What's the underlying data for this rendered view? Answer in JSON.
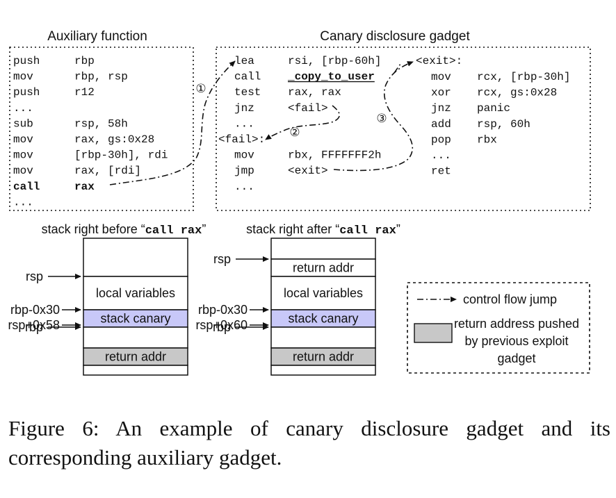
{
  "aux": {
    "title": "Auxiliary function",
    "lines": [
      {
        "op": "push",
        "args": "rbp",
        "bold": false
      },
      {
        "op": "mov",
        "args": "rbp, rsp",
        "bold": false
      },
      {
        "op": "push",
        "args": "r12",
        "bold": false
      },
      {
        "op": "...",
        "args": "",
        "bold": false
      },
      {
        "op": "sub",
        "args": "rsp, 58h",
        "bold": false
      },
      {
        "op": "mov",
        "args": "rax, gs:0x28",
        "bold": false
      },
      {
        "op": "mov",
        "args": "[rbp-30h], rdi",
        "bold": false
      },
      {
        "op": "mov",
        "args": "rax, [rdi]",
        "bold": false
      },
      {
        "op": "call",
        "args": "rax",
        "bold": true
      },
      {
        "op": "...",
        "args": "",
        "bold": false
      }
    ]
  },
  "gadget": {
    "title": "Canary disclosure gadget",
    "left_lines": [
      {
        "label": "",
        "op": "lea",
        "args": "rsi, [rbp-60h]",
        "bold": false
      },
      {
        "label": "",
        "op": "call",
        "args": "_copy_to_user",
        "bold": true
      },
      {
        "label": "",
        "op": "test",
        "args": "rax, rax",
        "bold": false
      },
      {
        "label": "",
        "op": "jnz",
        "args": "<fail>",
        "bold": false
      },
      {
        "label": "",
        "op": "...",
        "args": "",
        "bold": false
      },
      {
        "label": "<fail>:",
        "op": "",
        "args": "",
        "bold": false
      },
      {
        "label": "",
        "op": "mov",
        "args": "rbx, FFFFFFF2h",
        "bold": false
      },
      {
        "label": "",
        "op": "jmp",
        "args": "<exit>",
        "bold": false
      },
      {
        "label": "",
        "op": "...",
        "args": "",
        "bold": false
      }
    ],
    "exit_label": "<exit>:",
    "right_lines": [
      {
        "op": "mov",
        "args": "rcx, [rbp-30h]"
      },
      {
        "op": "xor",
        "args": "rcx, gs:0x28"
      },
      {
        "op": "jnz",
        "args": "panic"
      },
      {
        "op": "add",
        "args": "rsp, 60h"
      },
      {
        "op": "pop",
        "args": "rbx"
      },
      {
        "op": "...",
        "args": ""
      },
      {
        "op": "ret",
        "args": ""
      }
    ]
  },
  "jumps": {
    "one": "①",
    "two": "②",
    "three": "③"
  },
  "stack_before": {
    "title_prefix": "stack right before “",
    "title_code": "call rax",
    "title_suffix": "”",
    "cells": [
      "",
      "local variables",
      "stack canary",
      "",
      "return addr",
      ""
    ],
    "pointers": [
      {
        "label": "rsp",
        "cell": 1
      },
      {
        "label": "rbp-0x30",
        "cell": 2
      },
      {
        "label": "rsp+0x58",
        "cell": 2
      },
      {
        "label": "rbp",
        "cell": 3
      }
    ]
  },
  "stack_after": {
    "title_prefix": "stack right after “",
    "title_code": "call rax",
    "title_suffix": "”",
    "cells": [
      "",
      "return addr",
      "local variables",
      "stack canary",
      "",
      "return addr",
      ""
    ],
    "pointers": [
      {
        "label": "rsp",
        "cell": 1
      },
      {
        "label": "rbp-0x30",
        "cell": 3
      },
      {
        "label": "rsp+0x60",
        "cell": 3
      },
      {
        "label": "rbp",
        "cell": 4
      }
    ]
  },
  "legend": {
    "jump_label": "control flow jump",
    "ret_label_lines": [
      "return address pushed",
      "by previous exploit",
      "gadget"
    ]
  },
  "colors": {
    "canary": "#c8c8f8",
    "return_addr": "#c8c8c8",
    "line": "#111111"
  },
  "caption": "Figure 6: An example of canary disclosure gadget and its corresponding auxiliary gadget."
}
